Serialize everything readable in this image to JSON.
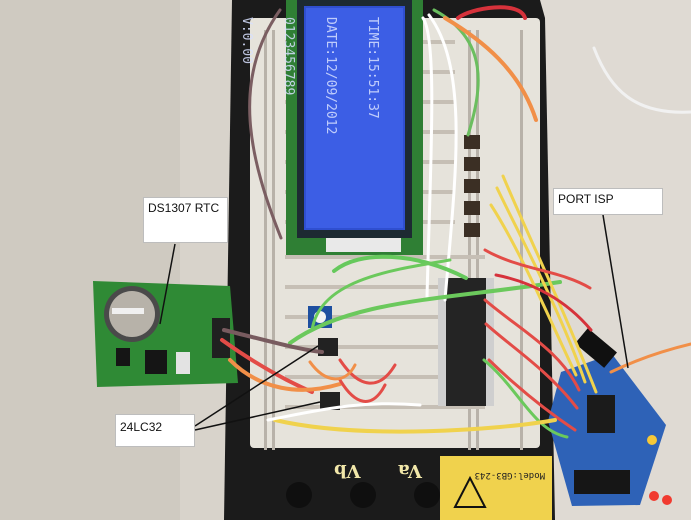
{
  "annotations": {
    "ds1307_label": "DS1307 RTC",
    "port_isp_label": "PORT ISP",
    "eeprom_label": "24LC32"
  },
  "board": {
    "vb_label": "Vb",
    "va_label": "Va",
    "model_label": "Model:GB3-243"
  },
  "lcd": {
    "line1": "TIME:15:51:37",
    "line2": "DATE:12/09/2012",
    "line3": "0123456789",
    "line4": "V:0.00"
  },
  "colors": {
    "board_black": "#1a1a1a",
    "breadboard": "#e6e3db",
    "lcd_blue": "#2f4fd0",
    "pcb_green": "#2f8a35",
    "isp_blue": "#2e62b7",
    "board_yellow": "#f0d24d"
  }
}
